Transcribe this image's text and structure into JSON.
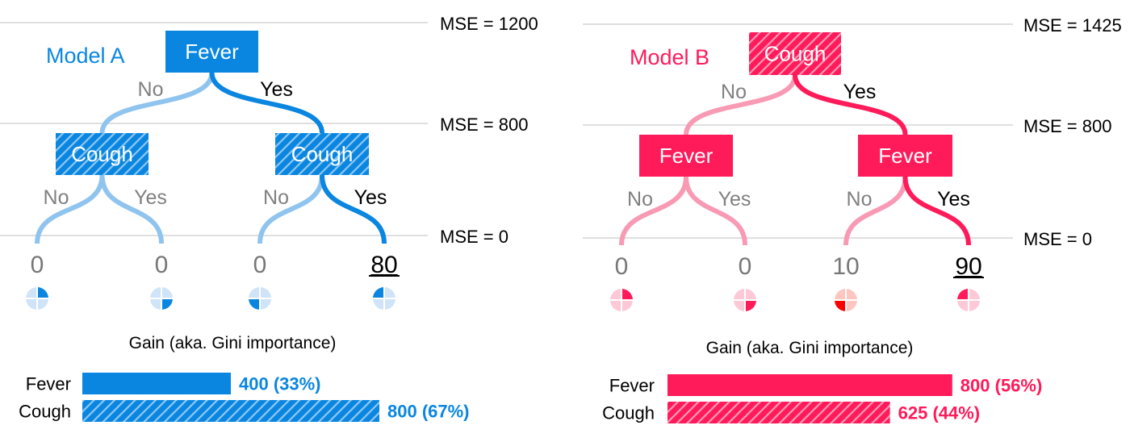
{
  "colors": {
    "model_a_dark": "#0a86e0",
    "model_a_light": "#8fc4ef",
    "model_a_pale": "#cfe4f8",
    "model_b_dark": "#ff1a5a",
    "model_b_light": "#f99ab5",
    "model_b_pale": "#fdc9d6",
    "model_b_alt": "#ff0000",
    "model_b_alt_pale": "#fdc6c0",
    "mse_line": "#cccccc",
    "no_label": "#808080",
    "yes_label": "#000000"
  },
  "mse_levels": [
    "MSE = 1200",
    "MSE = 800",
    "MSE = 0"
  ],
  "models": [
    {
      "title": "Model A",
      "mse_levels": [
        "MSE = 1200",
        "MSE = 800",
        "MSE = 0"
      ],
      "root": {
        "label": "Fever",
        "hatched": false
      },
      "children": [
        {
          "label": "Cough",
          "hatched": true
        },
        {
          "label": "Cough",
          "hatched": true
        }
      ],
      "branch_labels": {
        "no": "No",
        "yes": "Yes"
      },
      "leaves": [
        {
          "value": "0",
          "highlight": false,
          "quadrant": "top-right"
        },
        {
          "value": "0",
          "highlight": false,
          "quadrant": "bottom-right"
        },
        {
          "value": "0",
          "highlight": false,
          "quadrant": "bottom-left"
        },
        {
          "value": "80",
          "highlight": true,
          "quadrant": "top-left"
        }
      ],
      "gain_title": "Gain (aka. Gini importance)",
      "gains": [
        {
          "feature": "Fever",
          "value": 400,
          "label": "400 (33%)",
          "hatched": false
        },
        {
          "feature": "Cough",
          "value": 800,
          "label": "800 (67%)",
          "hatched": true
        }
      ]
    },
    {
      "title": "Model B",
      "mse_levels": [
        "MSE = 1425",
        "MSE = 800",
        "MSE = 0"
      ],
      "root": {
        "label": "Cough",
        "hatched": true
      },
      "children": [
        {
          "label": "Fever",
          "hatched": false
        },
        {
          "label": "Fever",
          "hatched": false
        }
      ],
      "branch_labels": {
        "no": "No",
        "yes": "Yes"
      },
      "leaves": [
        {
          "value": "0",
          "highlight": false,
          "quadrant": "top-right"
        },
        {
          "value": "0",
          "highlight": false,
          "quadrant": "bottom-right"
        },
        {
          "value": "10",
          "highlight": false,
          "quadrant": "bottom-left"
        },
        {
          "value": "90",
          "highlight": true,
          "quadrant": "top-left"
        }
      ],
      "gain_title": "Gain (aka. Gini importance)",
      "gains": [
        {
          "feature": "Fever",
          "value": 800,
          "label": "800 (56%)",
          "hatched": false
        },
        {
          "feature": "Cough",
          "value": 625,
          "label": "625 (44%)",
          "hatched": true
        }
      ]
    }
  ]
}
